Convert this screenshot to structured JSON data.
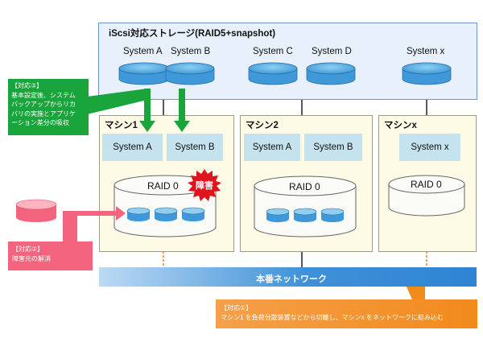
{
  "storage": {
    "title": "iScsi対応ストレージ(RAID5+snapshot)",
    "systems": [
      "System A",
      "System B",
      "System C",
      "System D",
      "System x"
    ]
  },
  "machines": [
    {
      "name": "マシン1",
      "vms": [
        "System A",
        "System B"
      ],
      "raid": "RAID 0"
    },
    {
      "name": "マシン2",
      "vms": [
        "System A",
        "System B"
      ],
      "raid": "RAID 0"
    },
    {
      "name": "マシンx",
      "vms": [
        "System x"
      ],
      "raid": "RAID 0"
    }
  ],
  "failure_badge": "障害",
  "network": {
    "label": "本番ネットワーク"
  },
  "callouts": {
    "c3": {
      "title": "【対応③】",
      "lines": [
        "基本設定後、システム",
        "バックアップからリカ",
        "バリの実施とアプリケ",
        "ーション差分の吸収"
      ]
    },
    "c2": {
      "title": "【対応②】",
      "lines": [
        "障害元の解消"
      ]
    },
    "c1": {
      "title": "【対応①】",
      "lines": [
        "マシン1 を負荷分散装置などから切離し、マシンx をネットワークに組み込む"
      ]
    }
  },
  "colors": {
    "storage_bg": "#e8f1fb",
    "machine_bg": "#fdfbe6",
    "vm_bg": "#c4e3ef",
    "network_blue": "#3d8fd6",
    "callout_green": "#1aa43c",
    "callout_pink": "#f5647e",
    "callout_orange": "#f28a1c",
    "failure_red": "#e0141e"
  }
}
